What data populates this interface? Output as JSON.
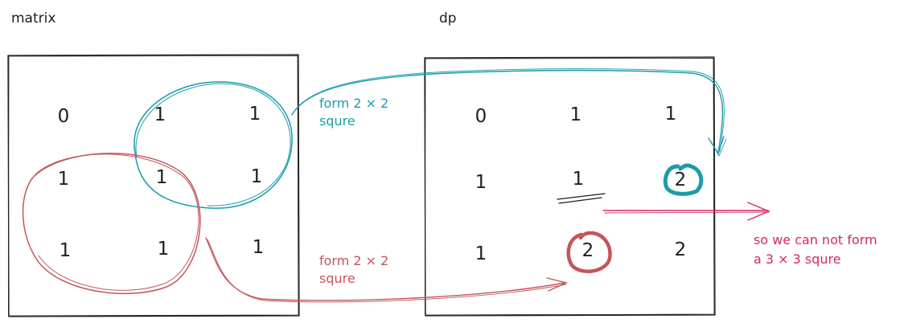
{
  "labels": {
    "matrix": "matrix",
    "dp": "dp"
  },
  "matrix": {
    "rows": [
      [
        "0",
        "1",
        "1"
      ],
      [
        "1",
        "1",
        "1"
      ],
      [
        "1",
        "1",
        "1"
      ]
    ]
  },
  "dp": {
    "rows": [
      [
        "0",
        "1",
        "1"
      ],
      [
        "1",
        "1",
        "2"
      ],
      [
        "1",
        "2",
        "2"
      ]
    ]
  },
  "annotations": {
    "teal_note": {
      "line1": "form 2 × 2",
      "line2": "squre"
    },
    "red_note": {
      "line1": "form 2 × 2",
      "line2": "squre"
    },
    "conclusion": {
      "line1": "so we can not form",
      "line2": "a 3 × 3 squre"
    }
  },
  "colors": {
    "ink": "#1e1e1e",
    "teal": "#1c9bad",
    "red": "#c4555a",
    "crimson": "#d62a5e"
  }
}
